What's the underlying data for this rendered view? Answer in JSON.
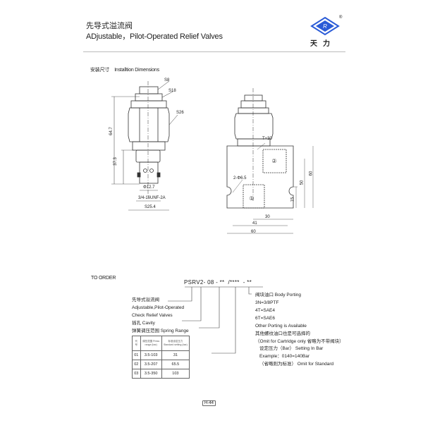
{
  "header": {
    "title_cn": "先导式溢流阀",
    "title_en": "ADjustable，Pilot-Operated Relief Valves",
    "brand_cn": "天力",
    "registered_mark": "®",
    "logo_color": "#2a5bd7"
  },
  "installation": {
    "heading_cn": "安装尺寸",
    "heading_en": "Installtion Dimensions",
    "left_view": {
      "labels": [
        "S8",
        "S18",
        "S26"
      ],
      "height_total": "64.7",
      "height_cartridge": "37.3",
      "dia": "Φ12.7",
      "thread": "3/4-16UNF-2A",
      "width": "S25.4"
    },
    "right_view": {
      "t_label": "T=30",
      "holes": "2-Φ6.5",
      "port1": "①",
      "port2": "②",
      "dims": {
        "h60": "60",
        "h50": "50",
        "h15": "15",
        "w30": "30",
        "w41": "41",
        "w60": "60"
      }
    }
  },
  "order": {
    "heading": "TO ORDER",
    "code_parts": [
      "PSRV2",
      "-",
      "08",
      "-",
      "**",
      "/****",
      "-",
      "**"
    ],
    "left_labels": {
      "name_cn": "先导式溢流阀",
      "name_en1": "Adjustable,Pilot-Operated",
      "name_en2": "Check Relief Valves",
      "cavity": "插孔 Cavity",
      "spring": "弹簧调压范围 Spring Range"
    },
    "body_porting": {
      "title": "阀块油口 Body Porting",
      "options": [
        "3N=3/8PTF",
        "4T=SAE4",
        "6T=SAE6",
        "Other Porting is Available"
      ],
      "note_cn": "其他螺纹油口也是可选择的",
      "note_omit": "（Omit for Cartridge only 省略为不带阀块）"
    },
    "setting": {
      "title": "设定压力（Bar） Setting In Bar",
      "example": "Example：0140=140Bar",
      "omit": "（省略则为标准） Omit for Standard"
    },
    "spring_table": {
      "headers": [
        "代号",
        "调压范围 Press range (bar)",
        "标准设定压力 Standard setting (bar)"
      ],
      "rows": [
        [
          "01",
          "3.5-103",
          "31"
        ],
        [
          "02",
          "3.5-207",
          "65.5"
        ],
        [
          "03",
          "3.5-350",
          "103"
        ]
      ]
    }
  },
  "footer": {
    "page": "H-44"
  }
}
